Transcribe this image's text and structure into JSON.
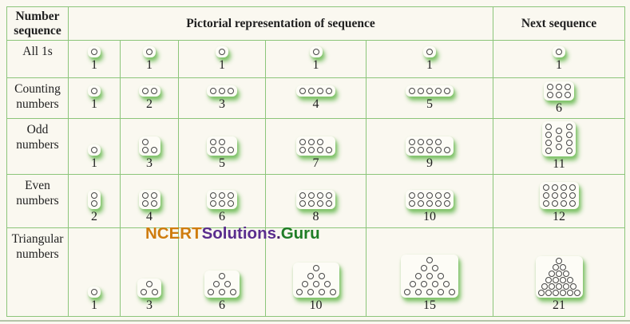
{
  "header": {
    "col1": "Number sequence",
    "col2": "Pictorial representation of sequence",
    "col3": "Next sequence"
  },
  "watermark": {
    "parts": [
      {
        "text": "NCERT",
        "color": "#cf7c0e"
      },
      {
        "text": "Solutions",
        "color": "#5a2d8e"
      },
      {
        "text": ".",
        "color": "#472066"
      },
      {
        "text": "Guru",
        "color": "#1f7d26"
      }
    ]
  },
  "colors": {
    "table_border": "#8cc57a",
    "dot_outline": "#454545",
    "highlight_smudge": "#7ac064",
    "background": "#faf8f0"
  },
  "table": {
    "rows": [
      {
        "name": "All 1s",
        "valign": "center",
        "cells": [
          {
            "label": "1",
            "rows": [
              1
            ]
          },
          {
            "label": "1",
            "rows": [
              1
            ]
          },
          {
            "label": "1",
            "rows": [
              1
            ]
          },
          {
            "label": "1",
            "rows": [
              1
            ]
          },
          {
            "label": "1",
            "rows": [
              1
            ]
          }
        ],
        "next": {
          "label": "1",
          "rows": [
            1
          ]
        }
      },
      {
        "name": "Counting numbers",
        "valign": "center",
        "cells": [
          {
            "label": "1",
            "rows": [
              1
            ]
          },
          {
            "label": "2",
            "rows": [
              2
            ]
          },
          {
            "label": "3",
            "rows": [
              3
            ]
          },
          {
            "label": "4",
            "rows": [
              4
            ]
          },
          {
            "label": "5",
            "rows": [
              5
            ]
          }
        ],
        "next": {
          "label": "6",
          "rows": [
            3,
            3
          ]
        }
      },
      {
        "name": "Odd numbers",
        "valign": "end",
        "cells": [
          {
            "label": "1",
            "rows": [
              1
            ]
          },
          {
            "label": "3",
            "rows": [
              1,
              2
            ],
            "halign": "left"
          },
          {
            "label": "5",
            "rows": [
              2,
              3
            ],
            "halign": "left"
          },
          {
            "label": "7",
            "rows": [
              3,
              4
            ],
            "halign": "left"
          },
          {
            "label": "9",
            "rows": [
              4,
              5
            ],
            "halign": "left"
          }
        ],
        "next": {
          "label": "11",
          "cols": [
            4,
            3,
            4
          ],
          "valign": "center"
        }
      },
      {
        "name": "Even numbers",
        "valign": "end",
        "cells": [
          {
            "label": "2",
            "rows": [
              1,
              1
            ]
          },
          {
            "label": "4",
            "rows": [
              2,
              2
            ]
          },
          {
            "label": "6",
            "rows": [
              3,
              3
            ]
          },
          {
            "label": "8",
            "rows": [
              4,
              4
            ]
          },
          {
            "label": "10",
            "rows": [
              5,
              5
            ]
          }
        ],
        "next": {
          "label": "12",
          "rows": [
            4,
            4,
            4
          ]
        }
      },
      {
        "name": "Triangular numbers",
        "valign": "end",
        "triangle": true,
        "cells": [
          {
            "label": "1",
            "rows": [
              1
            ]
          },
          {
            "label": "3",
            "rows": [
              1,
              2
            ]
          },
          {
            "label": "6",
            "rows": [
              1,
              2,
              3
            ]
          },
          {
            "label": "10",
            "rows": [
              1,
              2,
              3,
              4
            ]
          },
          {
            "label": "15",
            "rows": [
              1,
              2,
              3,
              4,
              5
            ]
          }
        ],
        "next": {
          "label": "21",
          "rows": [
            1,
            2,
            3,
            4,
            5,
            6
          ],
          "tight": true
        }
      }
    ]
  }
}
